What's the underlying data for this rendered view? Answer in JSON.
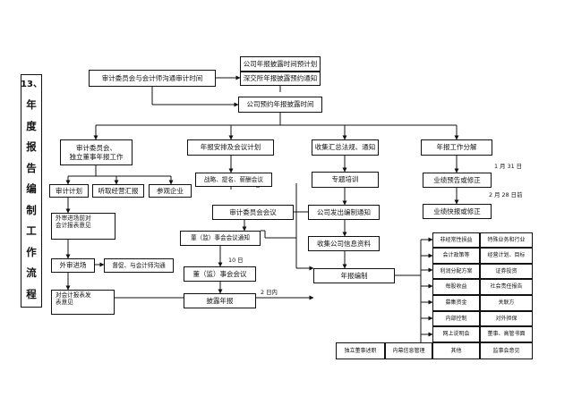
{
  "title_chars": [
    "13、",
    "年",
    "度",
    "报",
    "告",
    "编",
    "制",
    "工",
    "作",
    "流",
    "程"
  ],
  "top": {
    "schedule_plan": "公司年报披露时间预计划",
    "audit_time": "审计委员会与会计师沟通审计时间",
    "exchange_booking": "深交所年报披露预约通知",
    "booked_time": "公司预约年报披露时间"
  },
  "col1": {
    "head": [
      "审计委员会、",
      "独立董事年报工作"
    ],
    "audit_plan": "审计计划",
    "hear_report": "听取经营汇报",
    "visit": "参观企业",
    "opinion_before": [
      "外审进场前对",
      "会计报表意见"
    ],
    "auditor_entry": "外审进场",
    "supervise": "督促、与会计师沟通",
    "opinion_after": [
      "对会计报表发",
      "表意见"
    ]
  },
  "col2": {
    "head": "年报安排及会议计划",
    "strategy": "战略、提名、薪酬会议",
    "audit_meeting": "审计委员会会议",
    "board_notice": "董（监）事会会议通知",
    "days10": "10 日",
    "board_meeting": "董（监）事会会议",
    "days2": "2 日内",
    "disclose": "披露年报"
  },
  "col3": {
    "head": "收集汇总法规、通知",
    "training": "专题培训",
    "issue_notice": "公司发出编制通知",
    "collect": "收集公司信息资料",
    "compile": "年报编制"
  },
  "col4": {
    "head": "年报工作分解",
    "jan31": "1 月 31 日",
    "forecast": "业绩预告或修正",
    "feb28": "2 月 28 日前",
    "express": "业绩快报或修正"
  },
  "grid": [
    [
      "非经常性损益",
      "特殊业务和行业"
    ],
    [
      "会计政策等",
      "经营计划、目标"
    ],
    [
      "利润分配方案",
      "证券投资"
    ],
    [
      "每股收益",
      "社会责任报告"
    ],
    [
      "募集资金",
      "关联方"
    ],
    [
      "内部控制",
      "对外担保"
    ],
    [
      "网上说明会",
      "董事、高管书面"
    ],
    [
      "其他",
      "监事会意见"
    ]
  ],
  "bottom": {
    "independent": "独立董事述职",
    "insider": "内幕信息管理"
  }
}
